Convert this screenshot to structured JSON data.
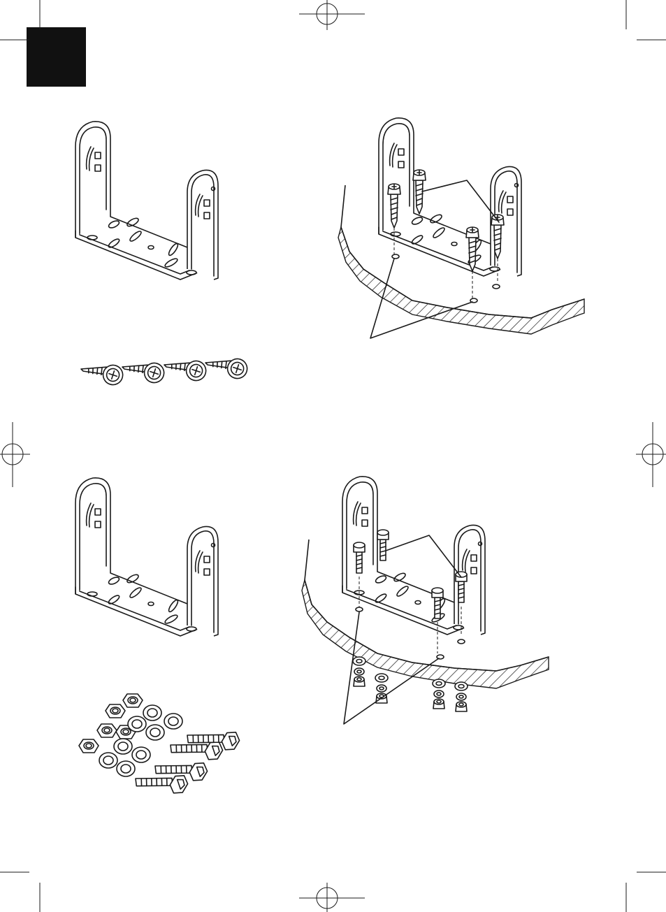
{
  "page": {
    "language_tab_color": "#111111",
    "line_color": "#1a1a1a",
    "background": "#ffffff"
  },
  "figures": {
    "bracket_top": "mounting-bracket",
    "screws": "self-tapping-screws",
    "install_top": "bracket-installation-self-tapping-screws",
    "bracket_bottom": "mounting-bracket",
    "hardware": "bolts-nuts-washers",
    "install_bottom": "bracket-installation-bolts"
  }
}
